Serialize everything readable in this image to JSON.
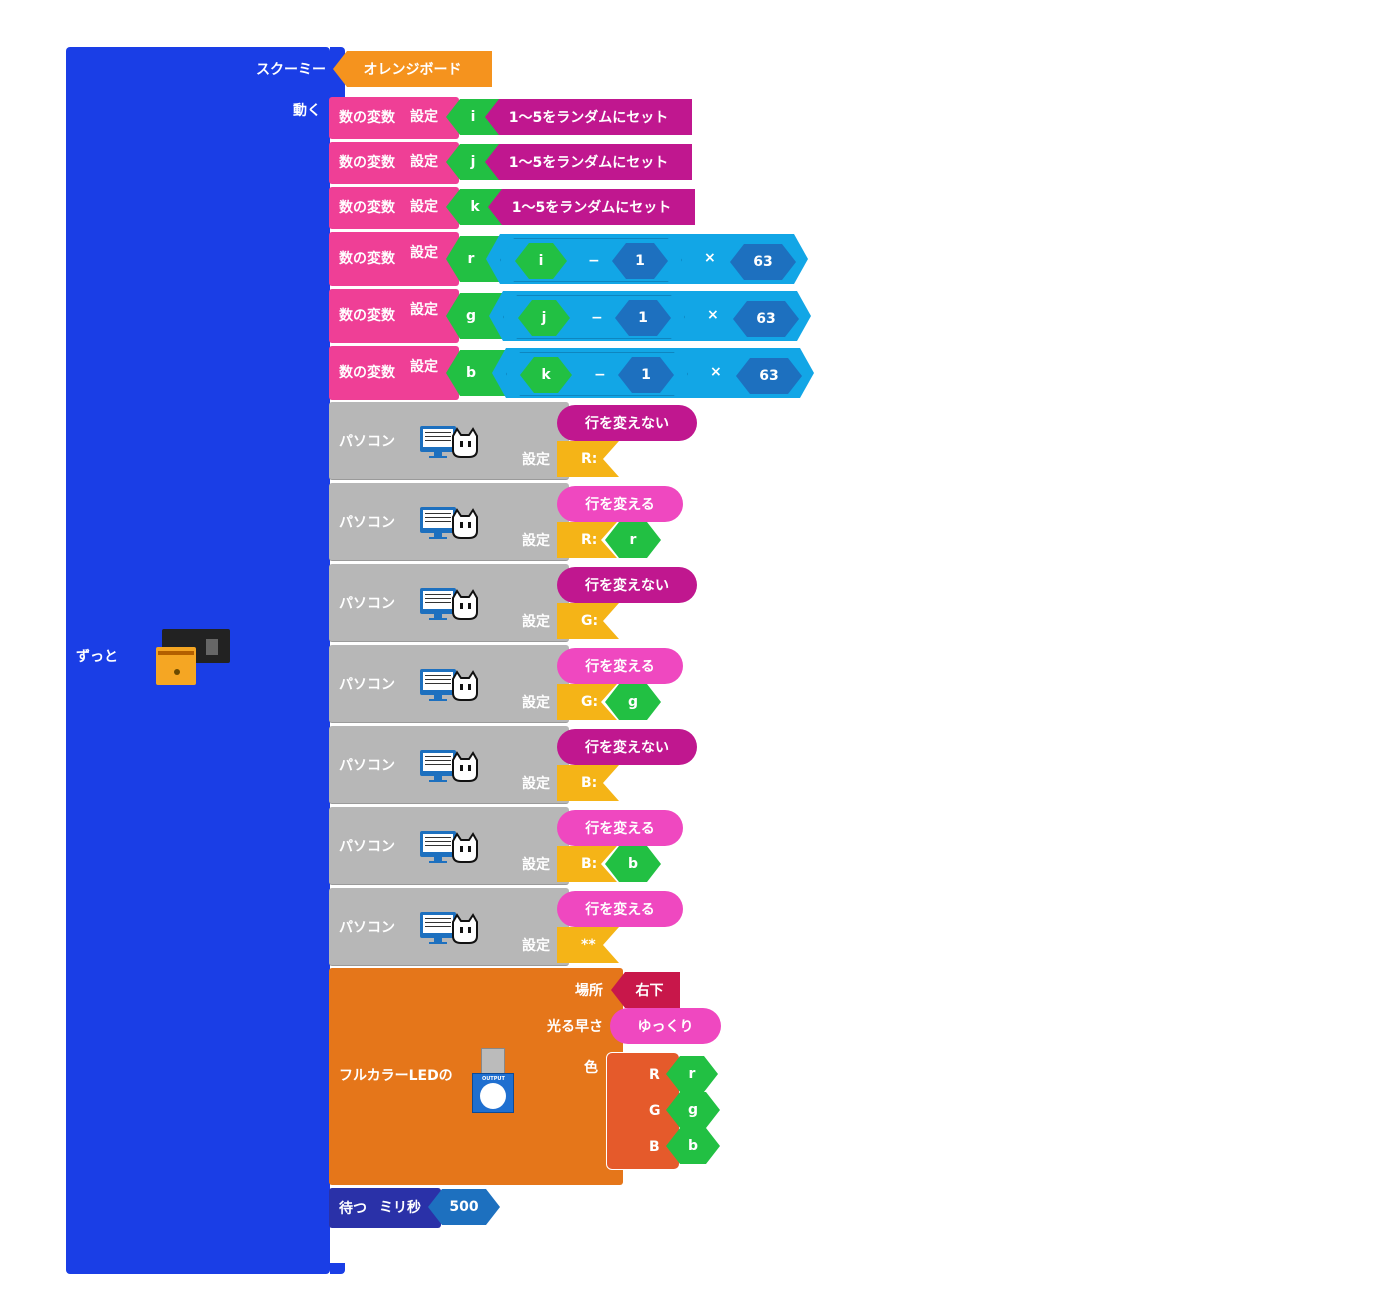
{
  "colors": {
    "forever_blue": "#1a3ee6",
    "variable_pink": "#ef3f96",
    "var_green": "#22c043",
    "random_magenta": "#c0178f",
    "math_cyan": "#12a6e6",
    "number_navy": "#1d70bf",
    "pc_gray": "#b7b7b7",
    "print_yellow": "#f5b417",
    "newline_pink": "#ef48c0",
    "led_orange": "#e5761a",
    "color_red_orange": "#e55a2b",
    "place_crimson": "#c8174a",
    "wait_navy": "#2a31a8",
    "board_orange": "#f5931e"
  },
  "forever": {
    "label": "ずっと",
    "board_label": "スクーミー",
    "board_value": "オレンジボード",
    "move_label": "動く",
    "icon": "schoolmy-board-icon"
  },
  "set_blocks": [
    {
      "label": "数の変数",
      "set": "設定",
      "var": "i",
      "value": "1〜5をランダムにセット"
    },
    {
      "label": "数の変数",
      "set": "設定",
      "var": "j",
      "value": "1〜5をランダムにセット"
    },
    {
      "label": "数の変数",
      "set": "設定",
      "var": "k",
      "value": "1〜5をランダムにセット"
    }
  ],
  "calc_blocks": [
    {
      "label": "数の変数",
      "set": "設定",
      "var": "r",
      "operand": "i",
      "minus": "−",
      "one": "1",
      "times": "×",
      "factor": "63"
    },
    {
      "label": "数の変数",
      "set": "設定",
      "var": "g",
      "operand": "j",
      "minus": "−",
      "one": "1",
      "times": "×",
      "factor": "63"
    },
    {
      "label": "数の変数",
      "set": "設定",
      "var": "b",
      "operand": "k",
      "minus": "−",
      "one": "1",
      "times": "×",
      "factor": "63"
    }
  ],
  "pc_blocks": [
    {
      "label": "パソコン",
      "newline": "行を変えない",
      "newline_style": "magenta",
      "set": "設定",
      "print": "R:",
      "var": ""
    },
    {
      "label": "パソコン",
      "newline": "行を変える",
      "newline_style": "pink",
      "set": "設定",
      "print": "R:",
      "var": "r"
    },
    {
      "label": "パソコン",
      "newline": "行を変えない",
      "newline_style": "magenta",
      "set": "設定",
      "print": "G:",
      "var": ""
    },
    {
      "label": "パソコン",
      "newline": "行を変える",
      "newline_style": "pink",
      "set": "設定",
      "print": "G:",
      "var": "g"
    },
    {
      "label": "パソコン",
      "newline": "行を変えない",
      "newline_style": "magenta",
      "set": "設定",
      "print": "B:",
      "var": ""
    },
    {
      "label": "パソコン",
      "newline": "行を変える",
      "newline_style": "pink",
      "set": "設定",
      "print": "B:",
      "var": "b"
    },
    {
      "label": "パソコン",
      "newline": "行を変える",
      "newline_style": "pink",
      "set": "設定",
      "print": "**",
      "var": ""
    }
  ],
  "led": {
    "label": "フルカラーLEDの",
    "place_label": "場所",
    "place_value": "右下",
    "speed_label": "光る早さ",
    "speed_value": "ゆっくり",
    "color_label": "色",
    "r_label": "R",
    "r_value": "r",
    "g_label": "G",
    "g_value": "g",
    "b_label": "B",
    "b_value": "b",
    "module_text": "OUTPUT"
  },
  "wait": {
    "label": "待つ",
    "unit": "ミリ秒",
    "value": "500"
  }
}
